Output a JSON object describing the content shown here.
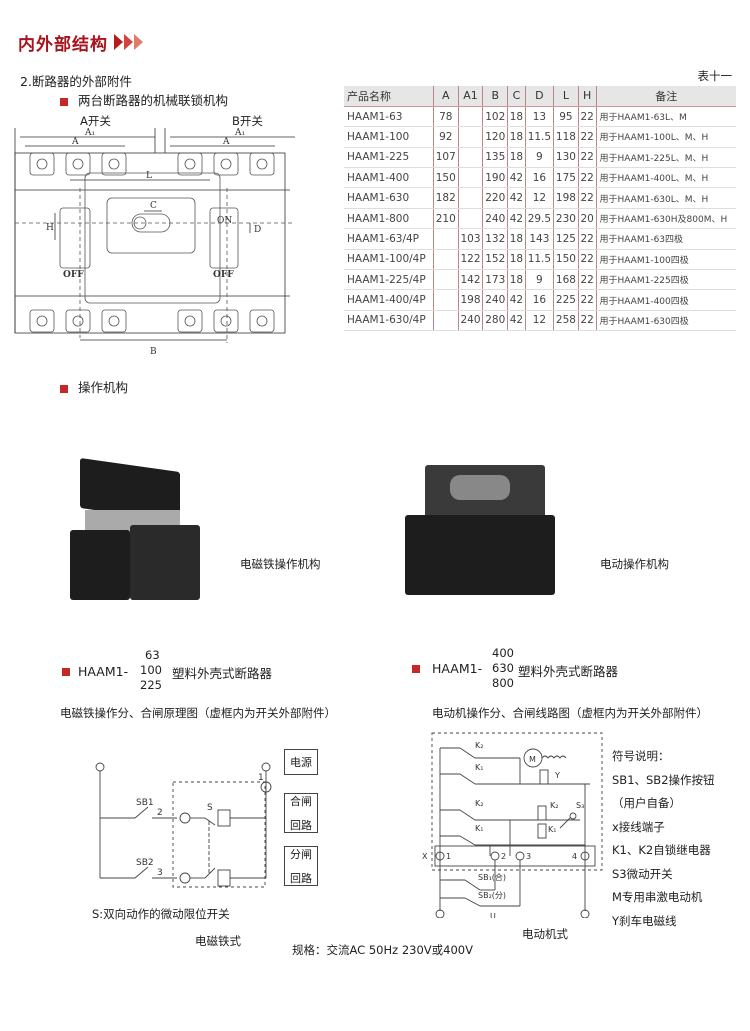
{
  "header": {
    "title": "内外部结构"
  },
  "section": {
    "title": "2.断路器的外部附件",
    "sub1": "两台断路器的机械联锁机构",
    "sub2": "操作机构"
  },
  "drawing": {
    "a_switch": "A开关",
    "b_switch": "B开关",
    "dims": [
      "A₁",
      "A",
      "L",
      "C",
      "H",
      "D",
      "B"
    ],
    "on": "ON",
    "off": "OFF"
  },
  "table": {
    "caption": "表十一",
    "headers": [
      "产品名称",
      "A",
      "A1",
      "B",
      "C",
      "D",
      "L",
      "H",
      "备注"
    ],
    "rows": [
      [
        "HAAM1-63",
        "78",
        "",
        "102",
        "18",
        "13",
        "95",
        "22",
        "用于HAAM1-63L、M"
      ],
      [
        "HAAM1-100",
        "92",
        "",
        "120",
        "18",
        "11.5",
        "118",
        "22",
        "用于HAAM1-100L、M、H"
      ],
      [
        "HAAM1-225",
        "107",
        "",
        "135",
        "18",
        "9",
        "130",
        "22",
        "用于HAAM1-225L、M、H"
      ],
      [
        "HAAM1-400",
        "150",
        "",
        "190",
        "42",
        "16",
        "175",
        "22",
        "用于HAAM1-400L、M、H"
      ],
      [
        "HAAM1-630",
        "182",
        "",
        "220",
        "42",
        "12",
        "198",
        "22",
        "用于HAAM1-630L、M、H"
      ],
      [
        "HAAM1-800",
        "210",
        "",
        "240",
        "42",
        "29.5",
        "230",
        "20",
        "用于HAAM1-630H及800M、H"
      ],
      [
        "HAAM1-63/4P",
        "",
        "103",
        "132",
        "18",
        "143",
        "125",
        "22",
        "用于HAAM1-63四极"
      ],
      [
        "HAAM1-100/4P",
        "",
        "122",
        "152",
        "18",
        "11.5",
        "150",
        "22",
        "用于HAAM1-100四极"
      ],
      [
        "HAAM1-225/4P",
        "",
        "142",
        "173",
        "18",
        "9",
        "168",
        "22",
        "用于HAAM1-225四极"
      ],
      [
        "HAAM1-400/4P",
        "",
        "198",
        "240",
        "42",
        "16",
        "225",
        "22",
        "用于HAAM1-400四极"
      ],
      [
        "HAAM1-630/4P",
        "",
        "240",
        "280",
        "42",
        "12",
        "258",
        "22",
        "用于HAAM1-630四极"
      ]
    ]
  },
  "photos": {
    "left_caption": "电磁铁操作机构",
    "right_caption": "电动操作机构"
  },
  "left": {
    "prefix": "HAAM1-",
    "models": [
      "63",
      "100",
      "225"
    ],
    "suffix": "塑料外壳式断路器",
    "desc": "电磁铁操作分、合闸原理图（虚框内为开关外部附件）",
    "labels": {
      "sb1": "SB1",
      "sb2": "SB2",
      "n1": "1",
      "n2": "2",
      "n3": "3",
      "s": "S"
    },
    "boxes": {
      "power": "电源",
      "close1": "合闸",
      "close2": "回路",
      "open1": "分闸",
      "open2": "回路"
    },
    "note": "S:双向动作的微动限位开关",
    "caption": "电磁铁式"
  },
  "right": {
    "prefix": "HAAM1-",
    "models": [
      "400",
      "630",
      "800"
    ],
    "suffix": "塑料外壳式断路器",
    "desc": "电动机操作分、合闸线路图（虚框内为开关外部附件）",
    "labels": {
      "k2": "K₂",
      "k1": "K₁",
      "m": "M",
      "y": "Y",
      "s3": "S₃",
      "x": "X",
      "t1": "1",
      "t2": "2",
      "t3": "3",
      "t4": "4",
      "sb1": "SB₁(合)",
      "sb2": "SB₂(分)",
      "u": "U"
    },
    "legend": [
      "符号说明：",
      "SB1、SB2操作按钮",
      "（用户自备）",
      "x接线端子",
      "K1、K2自锁继电器",
      "S3微动开关",
      "M专用串激电动机",
      "Y刹车电磁线"
    ],
    "caption": "电动机式"
  },
  "spec": "规格：交流AC  50Hz  230V或400V"
}
